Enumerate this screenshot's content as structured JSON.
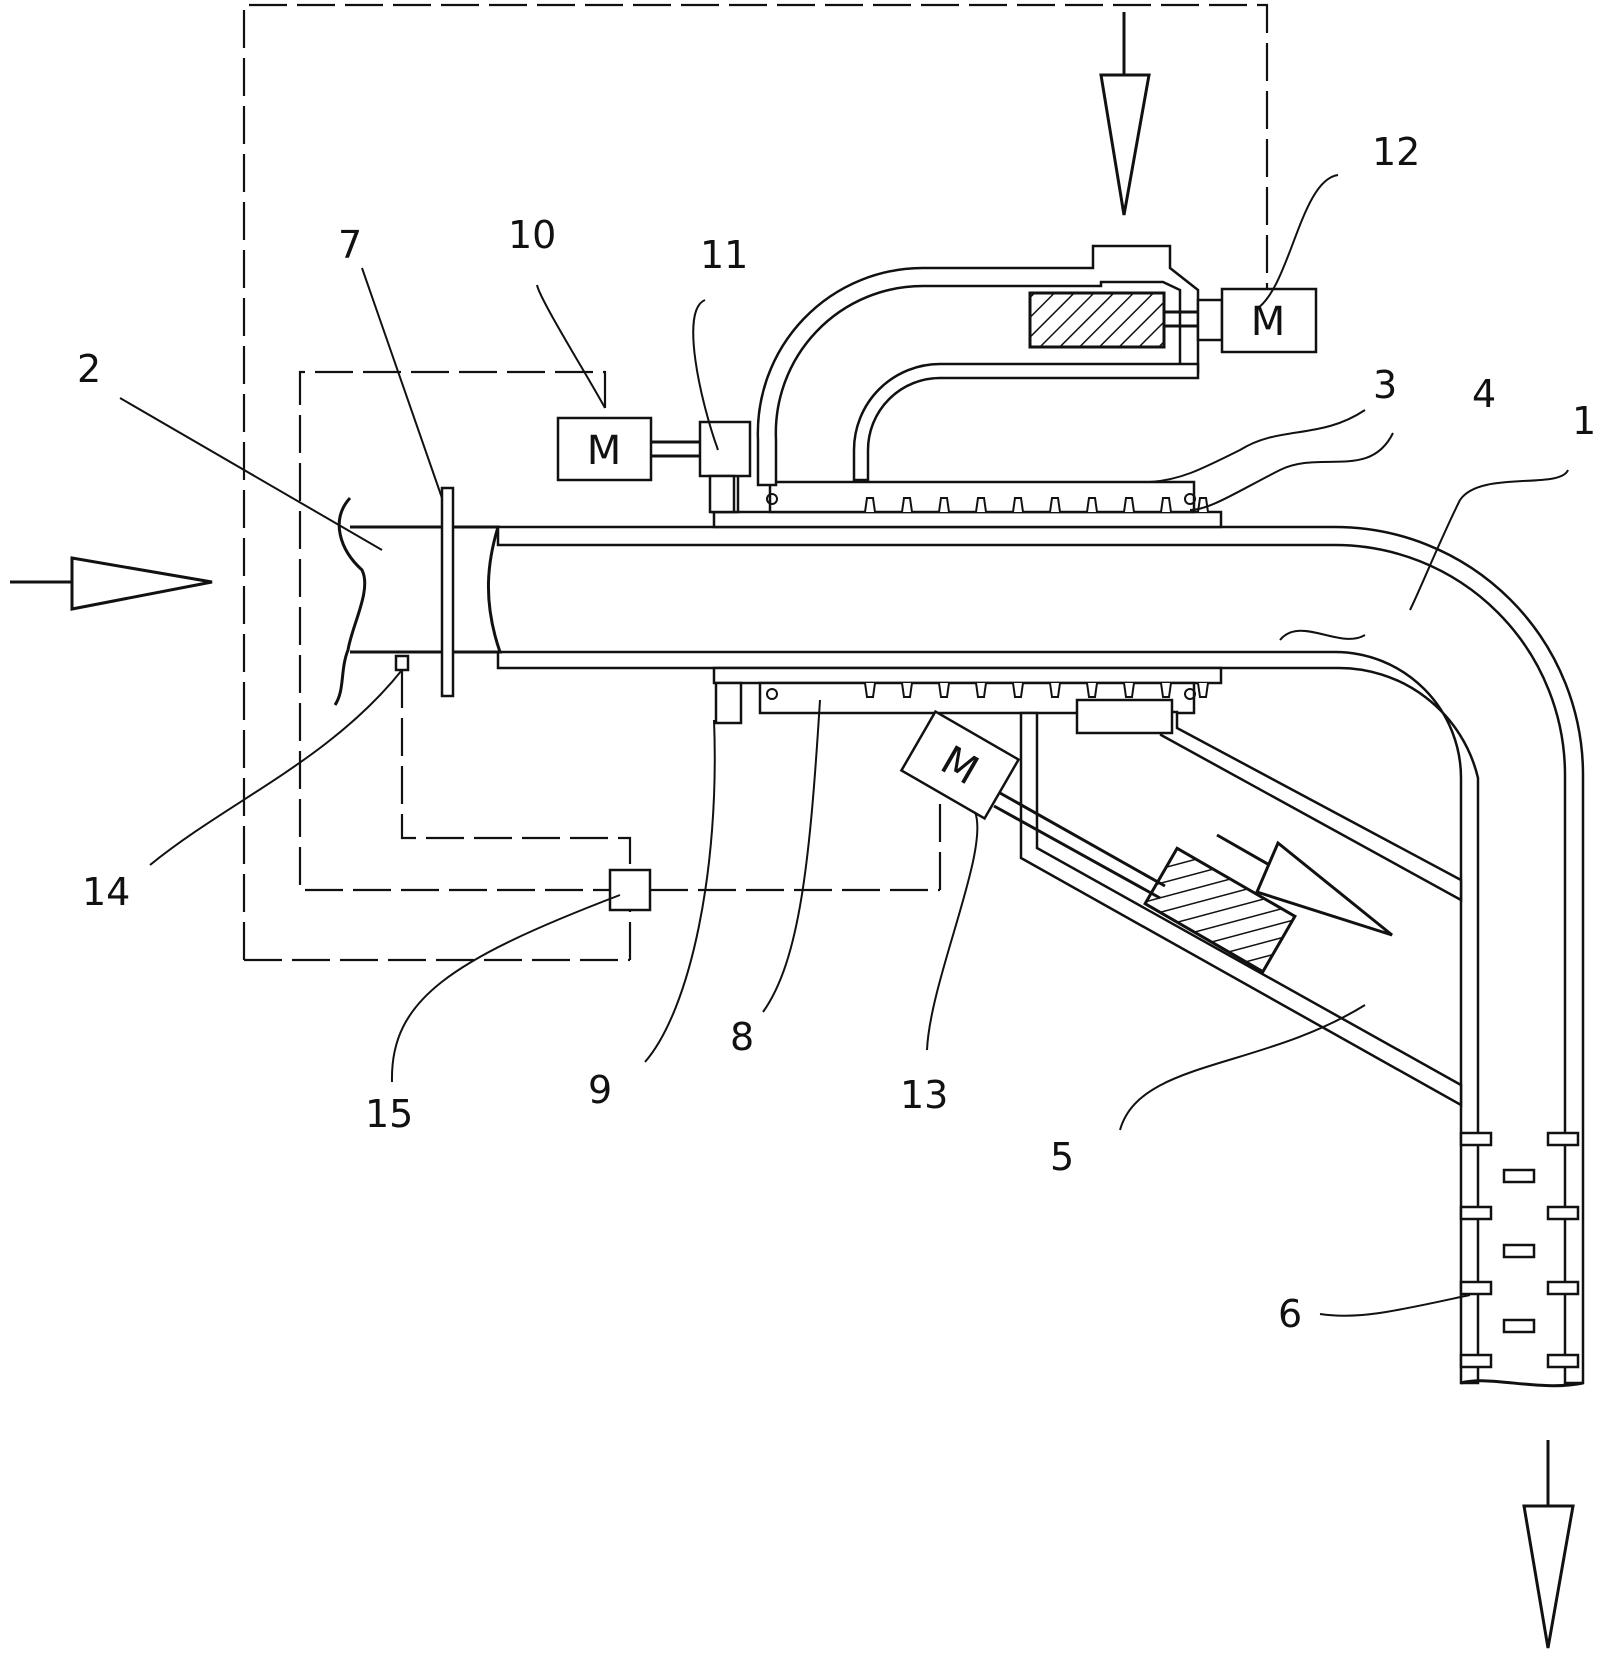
{
  "callouts": {
    "c1": "1",
    "c2": "2",
    "c3": "3",
    "c4": "4",
    "c5": "5",
    "c6": "6",
    "c7": "7",
    "c8": "8",
    "c9": "9",
    "c10": "10",
    "c11": "11",
    "c12": "12",
    "c13": "13",
    "c14": "14",
    "c15": "15"
  },
  "motors": {
    "m10": "M",
    "m12": "M",
    "m13": "M"
  }
}
